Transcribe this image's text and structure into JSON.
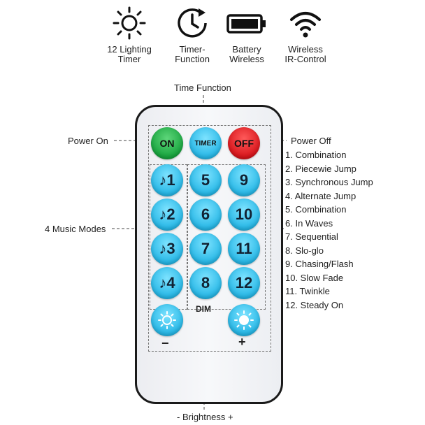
{
  "features": [
    {
      "icon": "sun-icon",
      "label": "12 Lighting\nTimer"
    },
    {
      "icon": "clock-icon",
      "label": "Timer-\nFunction"
    },
    {
      "icon": "battery-icon",
      "label": "Battery\nWireless"
    },
    {
      "icon": "wifi-icon",
      "label": "Wireless\nIR-Control"
    }
  ],
  "callouts": {
    "time_function": "Time Function",
    "power_on": "Power On",
    "power_off": "Power Off",
    "music_modes": "4 Music Modes",
    "brightness": "- Brightness +"
  },
  "remote": {
    "on_label": "ON",
    "timer_label": "TIMER",
    "off_label": "OFF",
    "music_buttons": [
      "♪1",
      "♪2",
      "♪3",
      "♪4"
    ],
    "col2": [
      "5",
      "6",
      "7",
      "8"
    ],
    "col3": [
      "9",
      "10",
      "11",
      "12"
    ],
    "dim_label": "DIM",
    "minus_label": "−",
    "plus_label": "+"
  },
  "modes": [
    "1. Combination",
    "2. Piecewie Jump",
    "3. Synchronous Jump",
    "4. Alternate Jump",
    "5. Combination",
    "6. In Waves",
    "7. Sequential",
    "8. Slo-glo",
    "9. Chasing/Flash",
    "10. Slow Fade",
    "11. Twinkle",
    "12. Steady On"
  ],
  "colors": {
    "accent_cyan": "#27b7e6",
    "on_green": "#18a43e",
    "off_red": "#d8161c"
  }
}
